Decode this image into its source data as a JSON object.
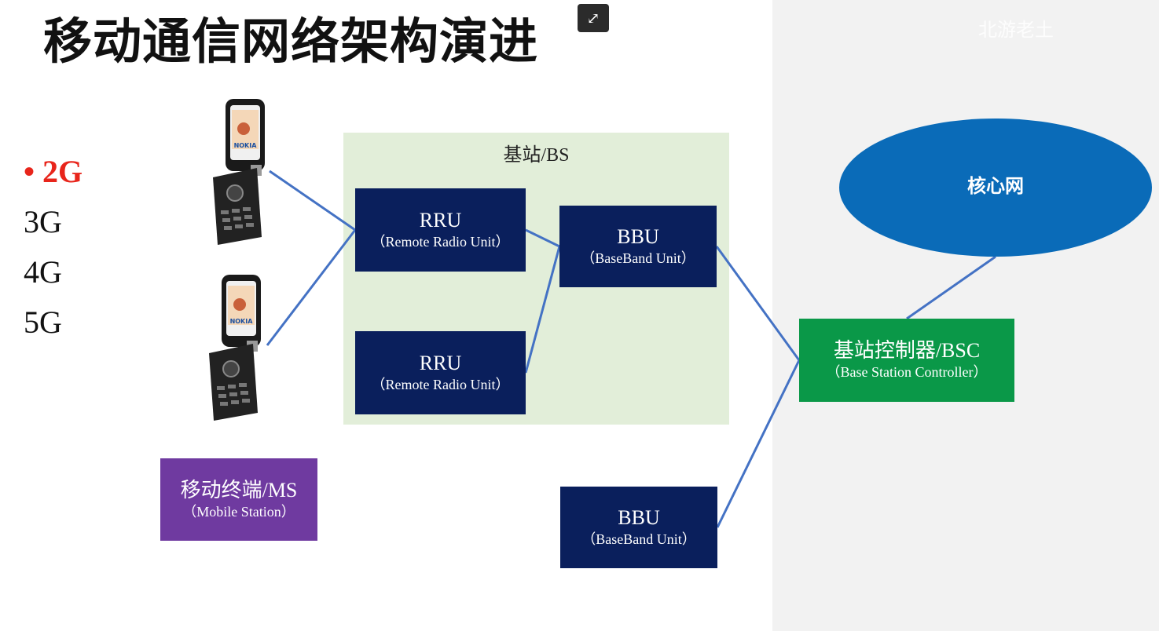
{
  "title": "移动通信网络架构演进",
  "watermark": "北游老土",
  "generations": [
    {
      "label": "2G",
      "active": true
    },
    {
      "label": "3G",
      "active": false
    },
    {
      "label": "4G",
      "active": false
    },
    {
      "label": "5G",
      "active": false
    }
  ],
  "base_station": {
    "label": "基站/BS"
  },
  "rru": [
    {
      "main": "RRU",
      "sub": "（Remote Radio Unit）"
    },
    {
      "main": "RRU",
      "sub": "（Remote Radio Unit）"
    }
  ],
  "bbu": [
    {
      "main": "BBU",
      "sub": "（BaseBand Unit）"
    },
    {
      "main": "BBU",
      "sub": "（BaseBand Unit）"
    }
  ],
  "mobile_station": {
    "main": "移动终端/MS",
    "sub": "（Mobile Station）"
  },
  "bsc": {
    "main": "基站控制器/BSC",
    "sub": "（Base Station Controller）"
  },
  "core_network": {
    "label": "核心网"
  },
  "phone_brand": "NOKIA",
  "colors": {
    "accent_red": "#e8251b",
    "navy": "#0a1f5c",
    "purple": "#6f3aa0",
    "green": "#0a9848",
    "core_blue": "#0a6bb8",
    "bs_area": "#e2eed9",
    "connector": "#4472c4"
  }
}
